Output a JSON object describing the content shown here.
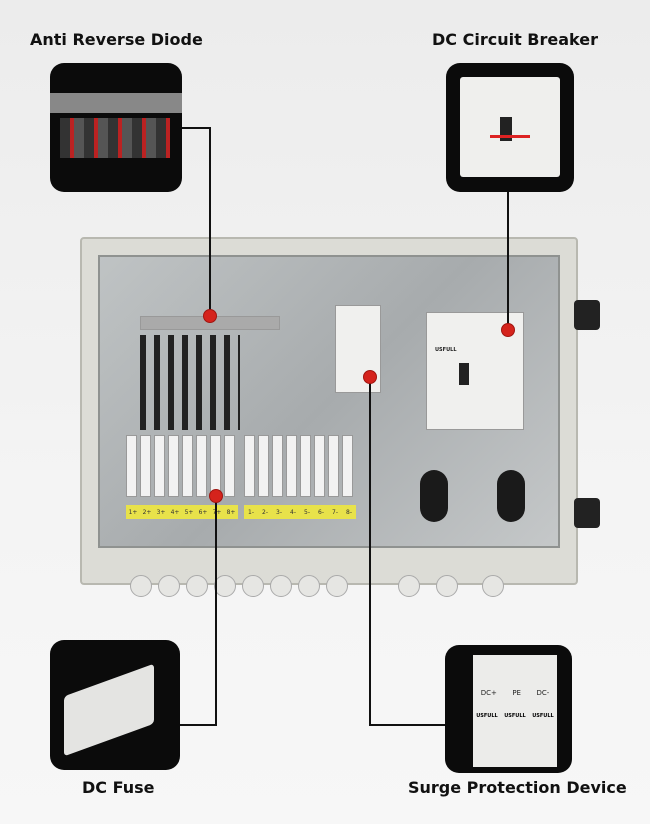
{
  "callouts": {
    "anti_reverse_diode": "Anti Reverse Diode",
    "dc_circuit_breaker": "DC Circuit Breaker",
    "dc_fuse": "DC Fuse",
    "surge_protection_device": "Surge Protection Device"
  },
  "labels": {
    "brand": "USFULL",
    "fuse_positive": [
      "1+",
      "2+",
      "3+",
      "4+",
      "5+",
      "6+",
      "7+",
      "8+"
    ],
    "fuse_negative": [
      "1-",
      "2-",
      "3-",
      "4-",
      "5-",
      "6-",
      "7-",
      "8-"
    ],
    "spd_terminals": [
      "DC+",
      "PE",
      "DC-"
    ]
  },
  "colors": {
    "accent": "#d5231c",
    "label_yellow": "#e8e24a"
  }
}
